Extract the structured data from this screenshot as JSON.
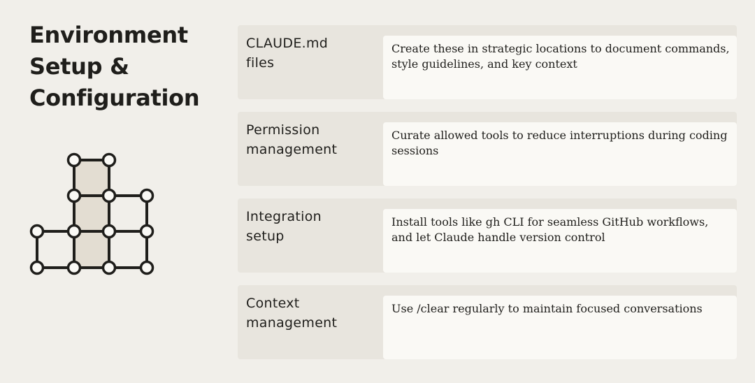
{
  "title_lines": [
    "Environment",
    "Setup &",
    "Configuration"
  ],
  "illustration": {
    "icon": "node-grid-icon",
    "stroke_color": "#1f1e1b",
    "fill_color": "#e3ddd2"
  },
  "items": [
    {
      "label_lines": [
        "CLAUDE.md",
        "files"
      ],
      "description": "Create these in strategic locations to document commands, style guidelines, and key context"
    },
    {
      "label_lines": [
        "Permission",
        "management"
      ],
      "description": "Curate allowed tools to reduce interruptions during coding sessions"
    },
    {
      "label_lines": [
        "Integration",
        "setup"
      ],
      "description": "Install tools like gh CLI for seamless GitHub workflows, and let Claude handle version control"
    },
    {
      "label_lines": [
        "Context",
        "management"
      ],
      "description": "Use /clear regularly to maintain focused conversations"
    }
  ]
}
